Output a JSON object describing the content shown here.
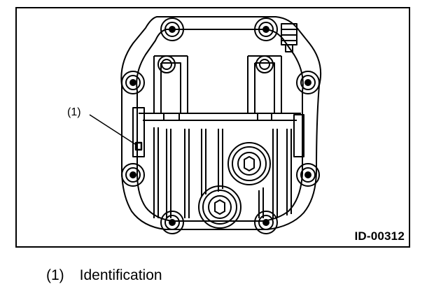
{
  "figure": {
    "callout": "(1)",
    "figure_id": "ID-00312"
  },
  "legend": {
    "items": [
      {
        "number": "(1)",
        "label": "Identification"
      }
    ]
  }
}
